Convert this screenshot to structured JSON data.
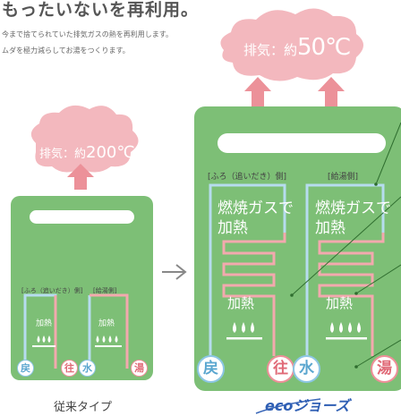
{
  "header": {
    "title": "もったいないを再利用。",
    "desc1": "今まで捨てられていた排気ガスの熱を再利用します。",
    "desc2": "ムダを極力減らしてお湯をつくります。"
  },
  "conventional": {
    "exhaust_prefix": "排気：約",
    "exhaust_value": "200℃",
    "bath_side": "[ふろ（追いだき）側]",
    "hot_side": "[給湯側]",
    "heating": "加熱"
  },
  "eco": {
    "exhaust_prefix": "排気：約",
    "exhaust_value": "50℃",
    "bath_side": "[ふろ（追いだき）側]",
    "hot_side": "[給湯側]",
    "gas_heating": "燃焼ガスで加熱",
    "heating": "加熱"
  },
  "ports": {
    "return": "戻",
    "outgoing": "往",
    "water": "水",
    "hot": "湯"
  },
  "captions": {
    "conventional": "従来タイプ",
    "eco_logo": "ecoジョーズ"
  },
  "colors": {
    "body_green": "#7dbf76",
    "cloud_pink": "#f3b8be",
    "arrow_pink": "#ec9199",
    "pipe_blue": "#b6dcef",
    "pipe_pink": "#f3a9ae",
    "logo_blue": "#2f5fb4"
  }
}
